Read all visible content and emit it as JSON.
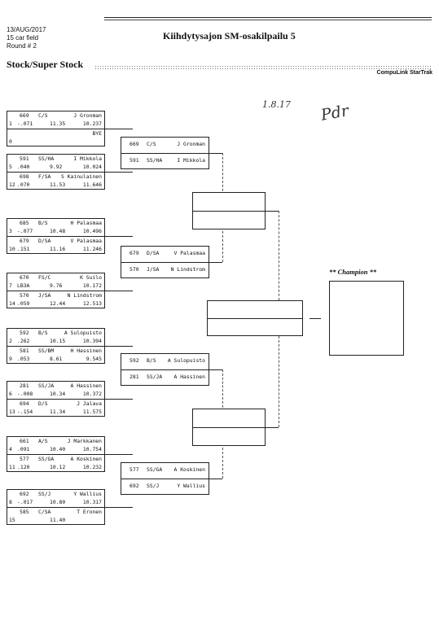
{
  "header": {
    "date": "13/AUG/2017",
    "field": "15 car field",
    "round": "Round # 2",
    "title": "Kiihdytysajon SM-osakilpailu 5",
    "class_title": "Stock/Super Stock",
    "brand": "CompuLink StarTrak"
  },
  "handwriting": {
    "date": "1.8.17",
    "signature": "Pdr"
  },
  "round1": [
    {
      "top": {
        "num": "669",
        "cls": "C/S",
        "name": "J Gronman",
        "lane": "1",
        "rt": "-.071",
        "et": "11.35",
        "mph": "10.237"
      },
      "bot": {
        "num": "",
        "cls": "",
        "name": "BYE",
        "lane": "0",
        "rt": "",
        "et": "",
        "mph": ""
      }
    },
    {
      "top": {
        "num": "591",
        "cls": "SS/HA",
        "name": "I Mikkola",
        "lane": "5",
        "rt": ".040",
        "et": "9.92",
        "mph": "10.024"
      },
      "bot": {
        "num": "698",
        "cls": "F/SA",
        "name": "S Kainulainen",
        "lane": "12",
        "rt": ".070",
        "et": "11.53",
        "mph": "11.646"
      }
    },
    {
      "top": {
        "num": "685",
        "cls": "B/S",
        "name": "H Palasmaa",
        "lane": "3",
        "rt": "-.077",
        "et": "10.48",
        "mph": "10.496"
      },
      "bot": {
        "num": "679",
        "cls": "D/SA",
        "name": "V Palasmaa",
        "lane": "10",
        "rt": ".151",
        "et": "11.16",
        "mph": "11.246"
      }
    },
    {
      "top": {
        "num": "670",
        "cls": "FS/C",
        "name": "K Suilo",
        "lane": "7",
        "rt": "LB3A",
        "et": "9.76",
        "mph": "10.172"
      },
      "bot": {
        "num": "570",
        "cls": "J/SA",
        "name": "N Lindstrom",
        "lane": "14",
        "rt": ".059",
        "et": "12.44",
        "mph": "12.513"
      }
    },
    {
      "top": {
        "num": "592",
        "cls": "B/S",
        "name": "A Sulopuisto",
        "lane": "2",
        "rt": ".262",
        "et": "10.15",
        "mph": "10.394"
      },
      "bot": {
        "num": "581",
        "cls": "SS/BM",
        "name": "H Hassinen",
        "lane": "9",
        "rt": ".053",
        "et": "8.61",
        "mph": "9.545"
      }
    },
    {
      "top": {
        "num": "281",
        "cls": "SS/JA",
        "name": "A Hassinen",
        "lane": "6",
        "rt": "-.008",
        "et": "10.34",
        "mph": "10.372"
      },
      "bot": {
        "num": "694",
        "cls": "D/S",
        "name": "J Jalava",
        "lane": "13",
        "rt": "-.154",
        "et": "11.34",
        "mph": "11.575"
      }
    },
    {
      "top": {
        "num": "661",
        "cls": "A/S",
        "name": "J Markkanen",
        "lane": "4",
        "rt": ".091",
        "et": "10.40",
        "mph": "10.754"
      },
      "bot": {
        "num": "577",
        "cls": "SS/GA",
        "name": "A Koskinen",
        "lane": "11",
        "rt": ".120",
        "et": "10.12",
        "mph": "10.232"
      }
    },
    {
      "top": {
        "num": "692",
        "cls": "SS/J",
        "name": "Y Wallius",
        "lane": "8",
        "rt": "-.017",
        "et": "10.80",
        "mph": "10.317"
      },
      "bot": {
        "num": "585",
        "cls": "C/SA",
        "name": "T Eronen",
        "lane": "15",
        "rt": "",
        "et": "11.40",
        "mph": ""
      }
    }
  ],
  "round2": [
    {
      "top": {
        "num": "669",
        "cls": "C/S",
        "name": "J Gronman"
      },
      "bot": {
        "num": "591",
        "cls": "SS/HA",
        "name": "I Mikkola"
      }
    },
    {
      "top": {
        "num": "679",
        "cls": "D/SA",
        "name": "V Palasmaa"
      },
      "bot": {
        "num": "570",
        "cls": "J/SA",
        "name": "N Lindstrom"
      }
    },
    {
      "top": {
        "num": "592",
        "cls": "B/S",
        "name": "A Sulopuisto"
      },
      "bot": {
        "num": "281",
        "cls": "SS/JA",
        "name": "A Hassinen"
      }
    },
    {
      "top": {
        "num": "577",
        "cls": "SS/GA",
        "name": "A Koskinen"
      },
      "bot": {
        "num": "692",
        "cls": "SS/J",
        "name": "Y Wallius"
      }
    }
  ],
  "champion_label": "** Champion **"
}
